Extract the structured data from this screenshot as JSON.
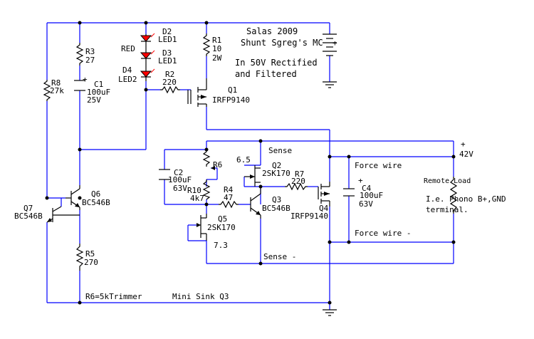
{
  "title": {
    "line1": "Salas 2009",
    "line2": "Shunt Sgreg's MC",
    "line3": "In 50V Rectified",
    "line4": "and Filtered"
  },
  "components": {
    "r1": {
      "name": "R1",
      "value": "10",
      "power": "2W"
    },
    "r2": {
      "name": "R2",
      "value": "220"
    },
    "r3": {
      "name": "R3",
      "value": "27"
    },
    "r4": {
      "name": "R4",
      "value": "47"
    },
    "r5": {
      "name": "R5",
      "value": "270"
    },
    "r6": {
      "name": "R6"
    },
    "r7": {
      "name": "R7",
      "value": "220"
    },
    "r8": {
      "name": "R8",
      "value": "27k"
    },
    "r10": {
      "name": "R10",
      "value": "4k7"
    },
    "c1": {
      "name": "C1",
      "value": "100uF",
      "voltage": "25V"
    },
    "c2": {
      "name": "C2",
      "value": "100uF",
      "voltage": "63V"
    },
    "c4": {
      "name": "C4",
      "value": "100uF",
      "voltage": "63V"
    },
    "d2": {
      "name": "D2",
      "part": "LED1"
    },
    "d3": {
      "name": "D3",
      "part": "LED1"
    },
    "d4": {
      "name": "D4",
      "part": "LED2"
    },
    "red": "RED",
    "q1": {
      "name": "Q1",
      "part": "IRFP9140"
    },
    "q2": {
      "name": "Q2",
      "part": "2SK170"
    },
    "q3": {
      "name": "Q3",
      "part": "BC546B"
    },
    "q4": {
      "name": "Q4",
      "part": "IRFP9140"
    },
    "q5": {
      "name": "Q5",
      "part": "2SK170"
    },
    "q6": {
      "name": "Q6",
      "part": "BC546B"
    },
    "q7": {
      "name": "Q7",
      "part": "BC546B"
    }
  },
  "labels": {
    "sense_plus": "Sense",
    "sense_minus": "Sense -",
    "force_plus": "Force wire",
    "force_minus": "Force wire -",
    "volt_6_5": "6.5",
    "volt_7_3": "7.3",
    "plus_sign": "+",
    "v42": "42V",
    "remote_load": "Remote Load",
    "ie_line1": "I.e. Phono B+,GND",
    "ie_line2": "terminal.",
    "trimmer_note": "R6=5kTrimmer",
    "mini_sink": "Mini Sink Q3"
  },
  "colors": {
    "wire": "#0000ff",
    "led": "#ff0000",
    "component": "#000000"
  }
}
